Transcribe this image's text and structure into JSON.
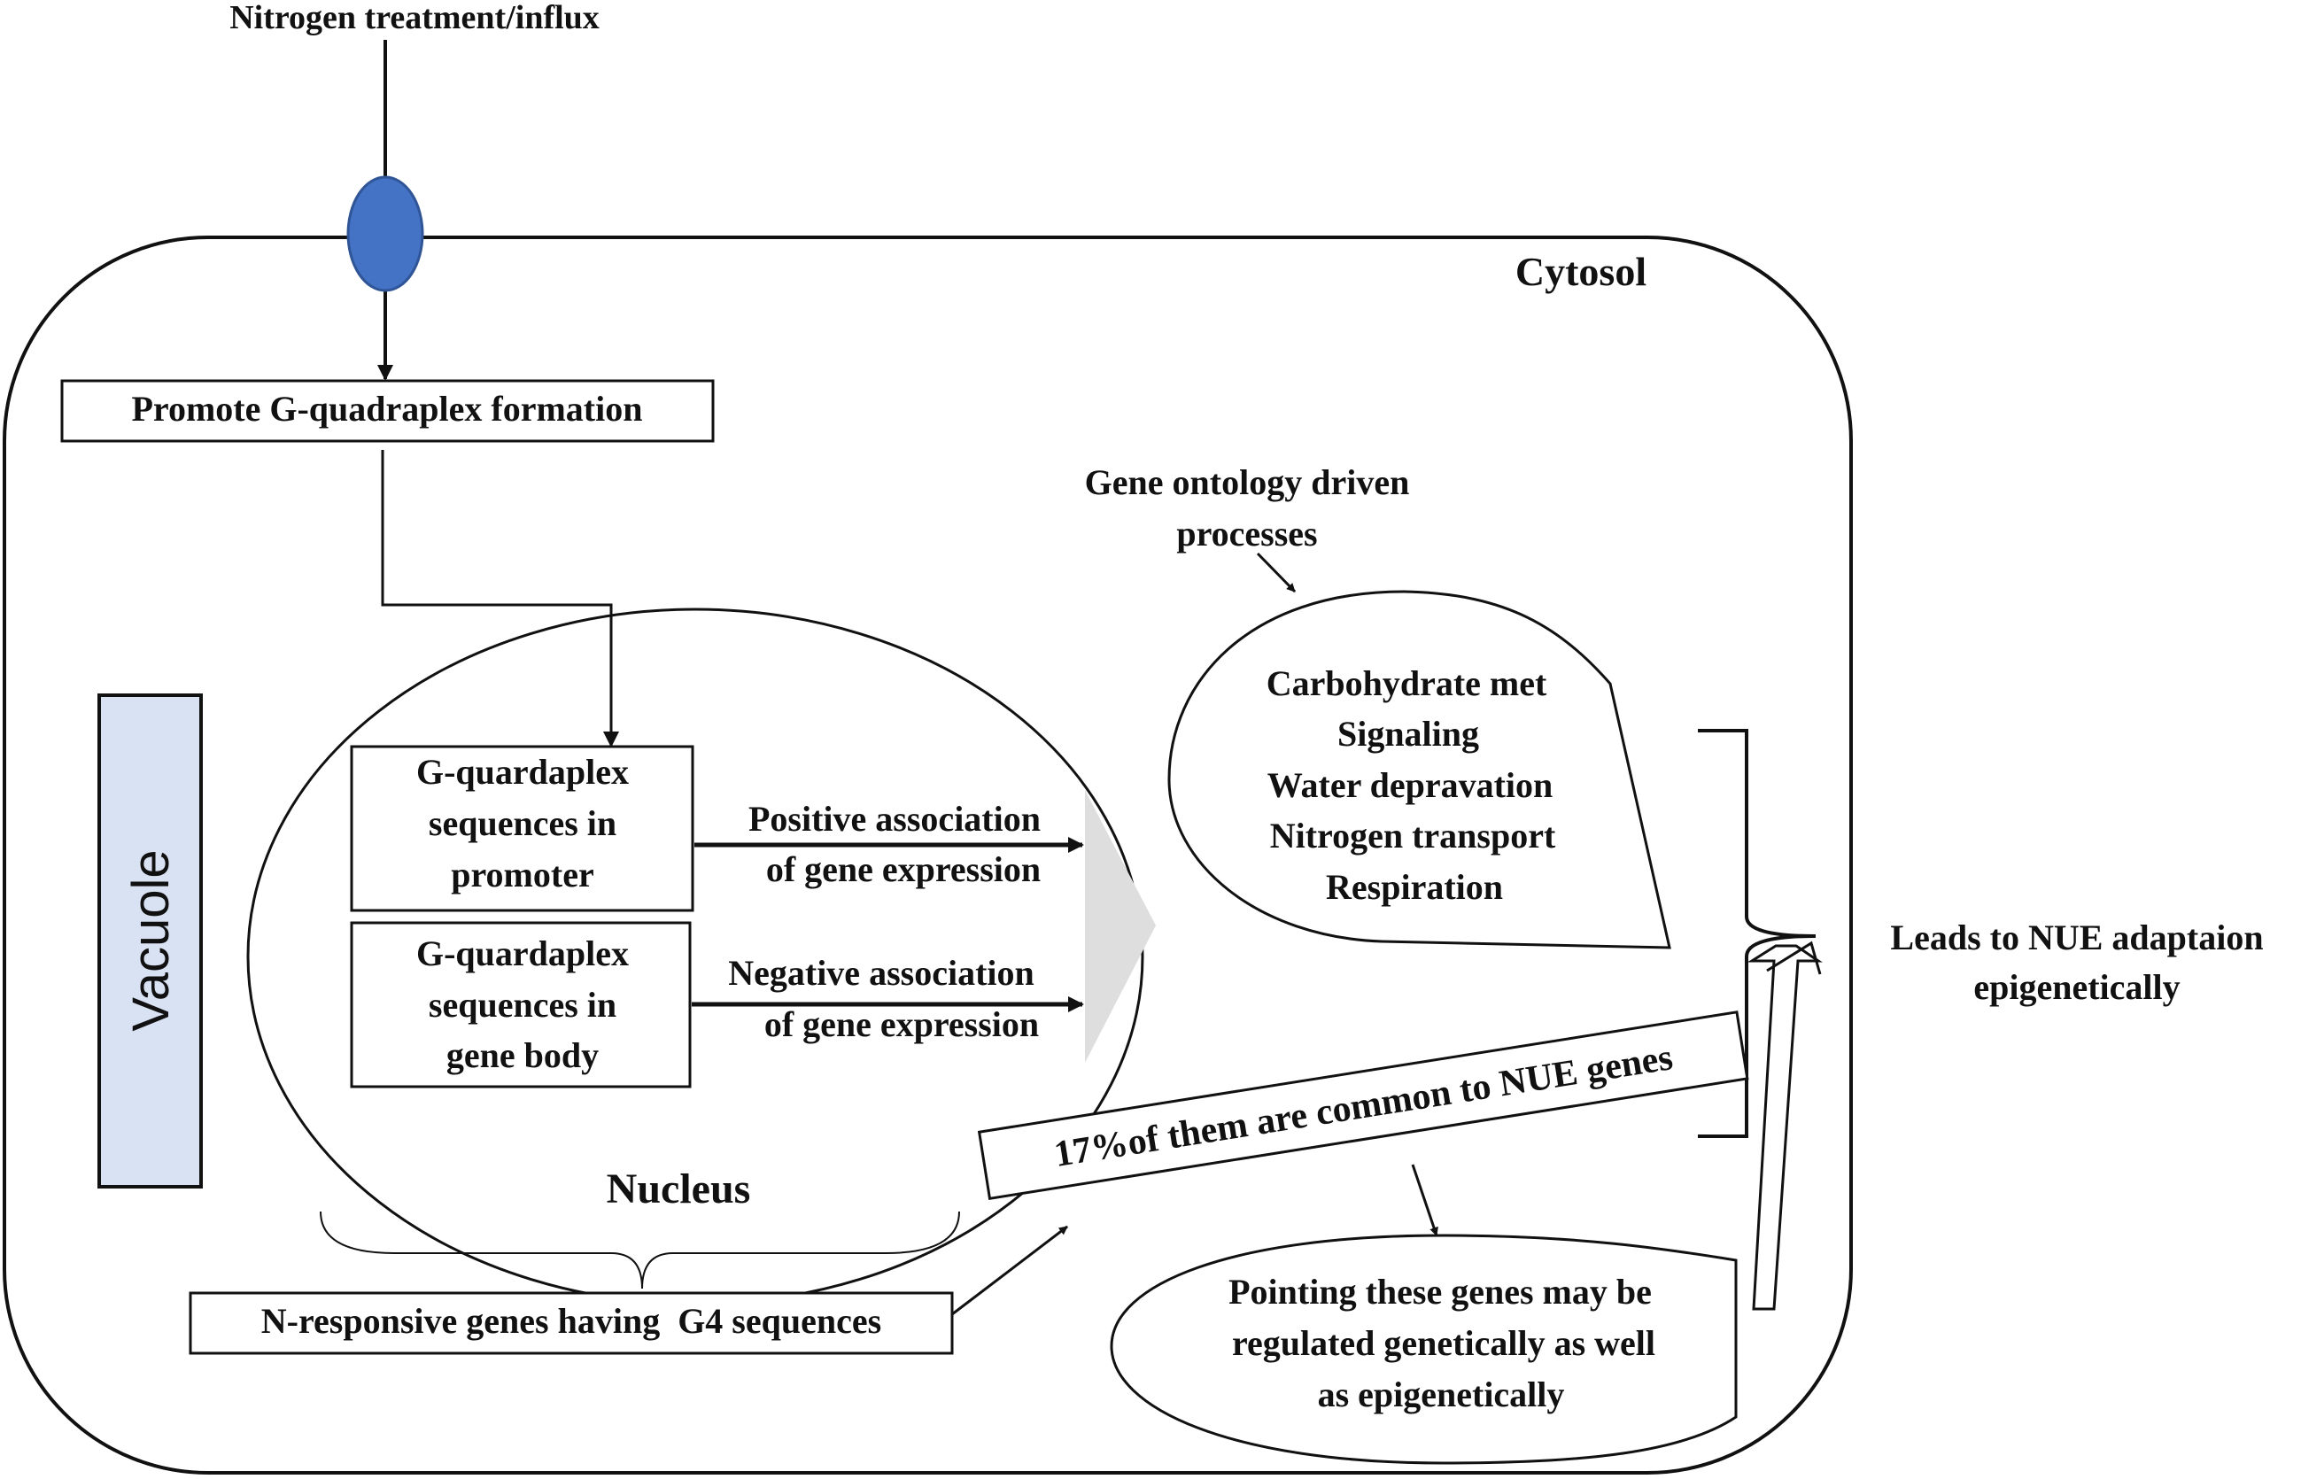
{
  "labels": {
    "nitrogen_influx": "Nitrogen treatment/influx",
    "cytosol": "Cytosol",
    "promote_g4": "Promote G-quadraplex formation",
    "vacuole": "Vacuole",
    "nucleus": "Nucleus",
    "g4_promoter": [
      "G-quardaplex",
      "sequences in",
      "promoter"
    ],
    "g4_gene_body": [
      "G-quardaplex",
      "sequences in",
      "gene body"
    ],
    "positive_assoc": [
      "Positive association",
      "of gene expression"
    ],
    "negative_assoc": [
      "Negative association",
      "of gene expression"
    ],
    "go_title": [
      "Gene ontology driven",
      "processes"
    ],
    "go_processes": [
      "Carbohydrate met",
      "Signaling",
      "Water depravation",
      "Nitrogen transport",
      "Respiration"
    ],
    "nue_adaptation": [
      "Leads to NUE adaptaion",
      "epigenetically"
    ],
    "common_nue": "17%of them are common to NUE genes",
    "n_responsive": "N-responsive genes having  G4 sequences",
    "pointing": [
      "Pointing these genes may be",
      "regulated genetically as well",
      "as epigenetically"
    ]
  },
  "colors": {
    "transporter": "#4472c4",
    "vacuole_fill": "#d9e2f3",
    "stroke": "#111111",
    "gray_triangle": "#dedede"
  }
}
